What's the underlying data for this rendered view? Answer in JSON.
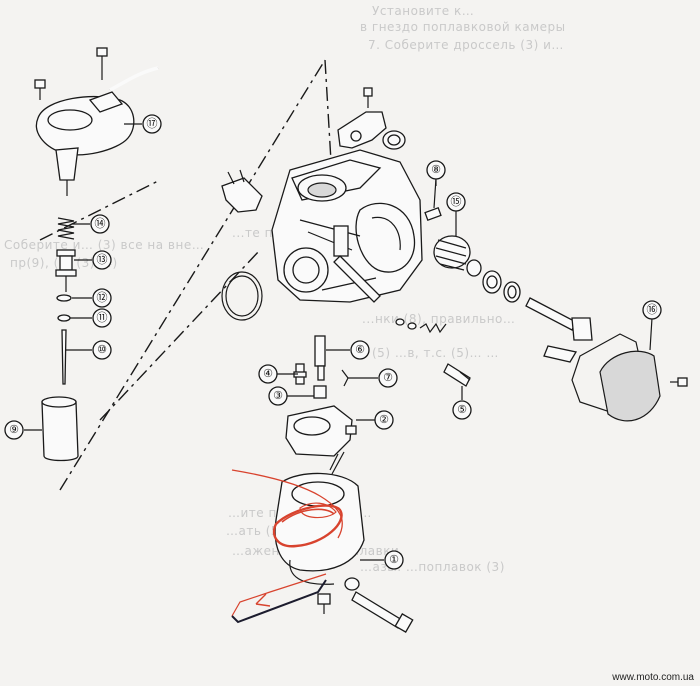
{
  "bleed_through_text": [
    "Установите к…",
    "в гнездо поплавковой камеры",
    "7. Соберите дроссель (3) и…",
    "...те поплавок, направл…",
    "Соберите и… (3) все на вне…",
    "пр(9), (5) (3) (4)",
    "...нки (8), правильно…",
    "(5) …в, т.с. (5)… …",
    "…ите поплавок (4) …",
    "…ать (5) …и(5) …",
    "…ажение в (8) поплавки.",
    "…азы. …поплавок (3)"
  ],
  "callouts": [
    {
      "id": "c1",
      "label": "①"
    },
    {
      "id": "c2",
      "label": "②"
    },
    {
      "id": "c3",
      "label": "③"
    },
    {
      "id": "c4",
      "label": "④"
    },
    {
      "id": "c5",
      "label": "⑤"
    },
    {
      "id": "c6",
      "label": "⑥"
    },
    {
      "id": "c7",
      "label": "⑦"
    },
    {
      "id": "c8",
      "label": "⑧"
    },
    {
      "id": "c9",
      "label": "⑨"
    },
    {
      "id": "c10",
      "label": "⑩"
    },
    {
      "id": "c11",
      "label": "⑪"
    },
    {
      "id": "c12",
      "label": "⑫"
    },
    {
      "id": "c13",
      "label": "⑬"
    },
    {
      "id": "c14",
      "label": "⑭"
    },
    {
      "id": "c15",
      "label": "⑮"
    },
    {
      "id": "c16",
      "label": "⑯"
    },
    {
      "id": "c17",
      "label": "⑰"
    }
  ],
  "watermark": "www.moto.com.ua",
  "colors": {
    "ink": "#1a1a1a",
    "paper": "#f4f3f1",
    "annotation_red": "#d8432e",
    "annotation_ink": "#1c1c2e"
  }
}
